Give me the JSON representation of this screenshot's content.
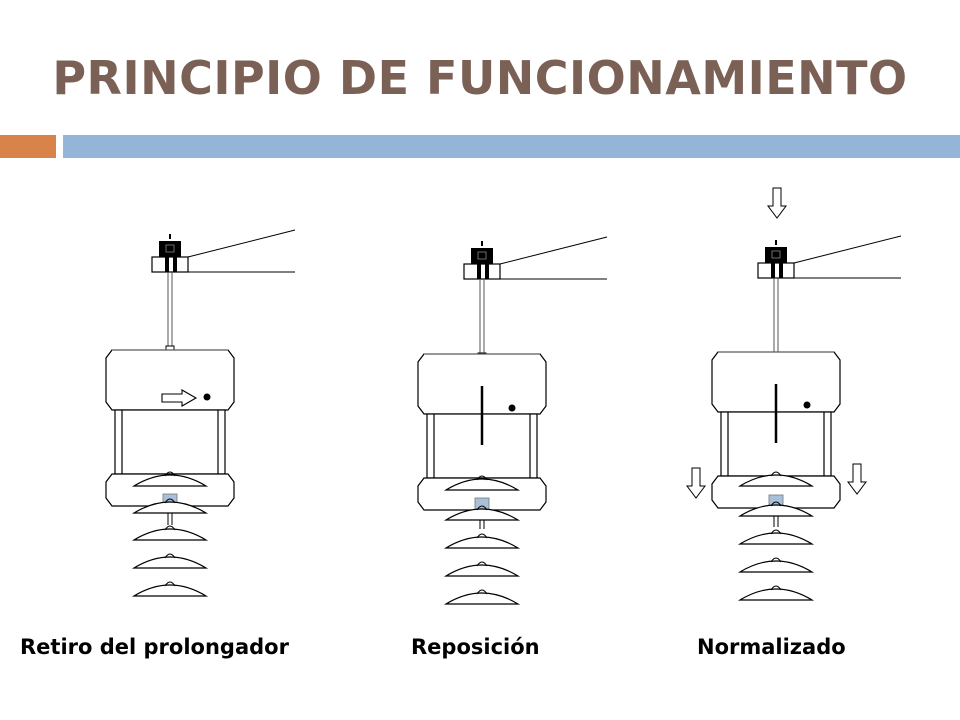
{
  "slide": {
    "title": "PRINCIPIO DE FUNCIONAMIENTO",
    "colors": {
      "title": "#7b6055",
      "accent_bar": "#d8834a",
      "main_bar": "#94b5d8"
    }
  },
  "panels": [
    {
      "caption": "Retiro del prolongador"
    },
    {
      "caption": "Reposición"
    },
    {
      "caption": "Normalizado"
    }
  ]
}
